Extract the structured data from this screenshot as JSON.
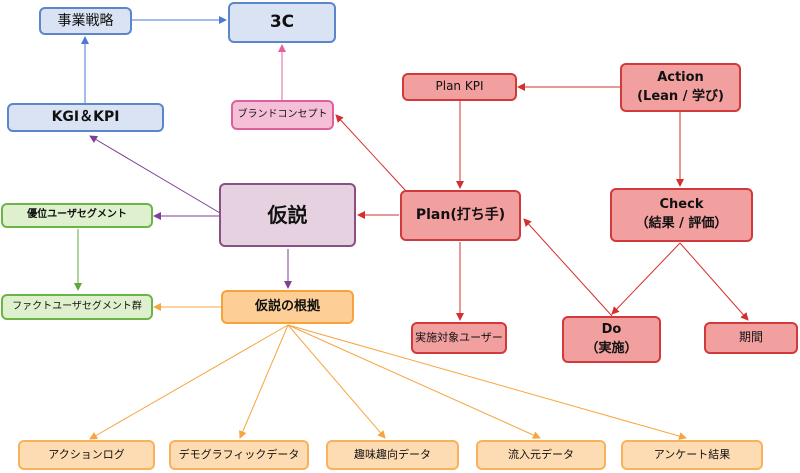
{
  "nodes": {
    "business_strategy": "事業戦略",
    "three_c": "3C",
    "kgi_kpi": "KGI＆KPI",
    "brand_concept": "ブランドコンセプト",
    "hypothesis": "仮説",
    "superior_segment": "優位ユーザセグメント",
    "fact_segment": "ファクトユーザセグメント群",
    "hypothesis_basis": "仮説の根拠",
    "plan_kpi": "Plan KPI",
    "action": "Action",
    "action_sub": "(Lean / 学び)",
    "plan": "Plan(打ち手)",
    "check": "Check",
    "check_sub": "（結果 / 評価）",
    "target_users": "実施対象ユーザー",
    "do": "Do",
    "do_sub": "（実施）",
    "period": "期間",
    "action_log": "アクションログ",
    "demographic": "デモグラフィックデータ",
    "interest": "趣味趣向データ",
    "source": "流入元データ",
    "survey": "アンケート結果"
  },
  "colors": {
    "blue_arrow": "#4a7bd0",
    "purple_arrow": "#7d3f9a",
    "pink_arrow": "#e4619f",
    "green_arrow": "#5ea83a",
    "orange_arrow": "#f7a541",
    "red_arrow": "#d62f2f"
  }
}
